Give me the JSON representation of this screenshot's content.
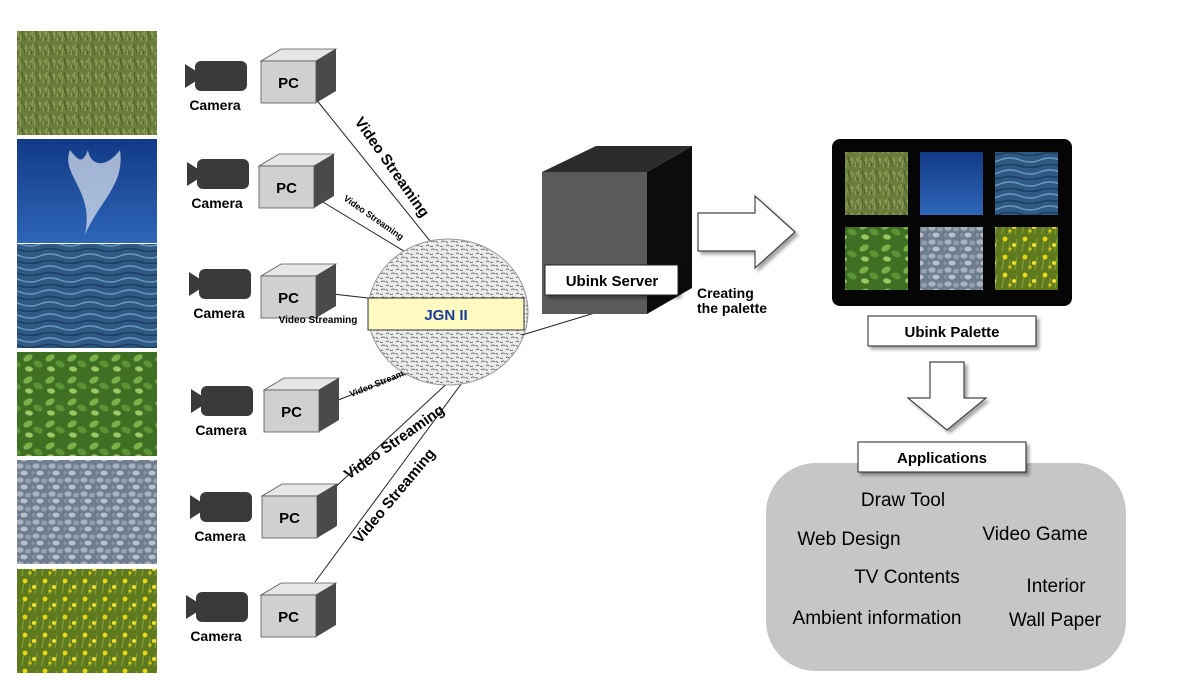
{
  "cameras": [
    {
      "camera_label": "Camera",
      "pc_label": "PC",
      "stream_label": "Video Streaming",
      "texture": "grass"
    },
    {
      "camera_label": "Camera",
      "pc_label": "PC",
      "stream_label": "Video Streaming",
      "texture": "sky"
    },
    {
      "camera_label": "Camera",
      "pc_label": "PC",
      "stream_label": "Video Streaming",
      "texture": "water"
    },
    {
      "camera_label": "Camera",
      "pc_label": "PC",
      "stream_label": "Video Streaming",
      "texture": "leaves"
    },
    {
      "camera_label": "Camera",
      "pc_label": "PC",
      "stream_label": "Video Streaming",
      "texture": "pebbles"
    },
    {
      "camera_label": "Camera",
      "pc_label": "PC",
      "stream_label": "Video Streaming",
      "texture": "flowers"
    }
  ],
  "network": {
    "label": "JGN II"
  },
  "server": {
    "label": "Ubink Server",
    "action_label": "Creating the palette",
    "action_lines": [
      "Creating",
      "the palette"
    ]
  },
  "palette": {
    "label": "Ubink Palette"
  },
  "applications": {
    "title": "Applications",
    "items": [
      "Draw Tool",
      "Web Design",
      "Video Game",
      "TV Contents",
      "Interior",
      "Ambient information",
      "Wall Paper"
    ]
  },
  "colors": {
    "texture_grass": "#6b7d3c",
    "texture_sky": "#1f4a9a",
    "texture_water": "#2e5a84",
    "texture_leaves": "#4f8a2c",
    "texture_pebbles": "#8a98a8",
    "texture_flowers": "#8fa02a",
    "jgn_box": "#fffbc0",
    "jgn_text": "#1a3aa0",
    "server_front": "#5a5a5a",
    "server_side": "#0c0c0c",
    "server_top": "#2c2c2c",
    "apps_bg": "#c6c6c6",
    "palette_frame": "#050505",
    "camera": "#3a3a3a"
  }
}
